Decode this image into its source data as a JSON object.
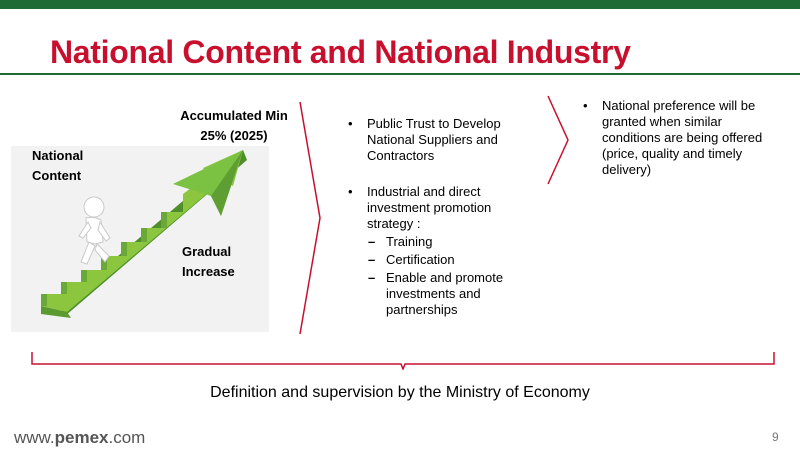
{
  "slide": {
    "title": "National Content and National Industry",
    "page_number": "9"
  },
  "illustration": {
    "accumulated_line1": "Accumulated Min",
    "accumulated_line2": "25% (2025)",
    "national_line1": "National",
    "national_line2": "Content",
    "gradual_line1": "Gradual",
    "gradual_line2": "Increase",
    "icons": [
      "stairs-arrow-icon",
      "person-climbing-icon"
    ]
  },
  "column1": {
    "bullet1": "Public Trust to Develop National Suppliers and Contractors",
    "bullet2": "Industrial and direct investment promotion strategy :",
    "sub_items": [
      "Training",
      "Certification",
      "Enable and promote investments and partnerships"
    ]
  },
  "column2": {
    "bullet1": "National preference will be granted when similar conditions are being offered (price, quality and timely delivery)"
  },
  "footer": {
    "ministry": "Definition and supervision by the Ministry of Economy",
    "url_prefix": "www.",
    "url_brand": "pemex",
    "url_suffix": ".com"
  },
  "colors": {
    "brand_green": "#1f6b35",
    "title_red": "#c8102e",
    "arrow_green": "#7cc242"
  }
}
